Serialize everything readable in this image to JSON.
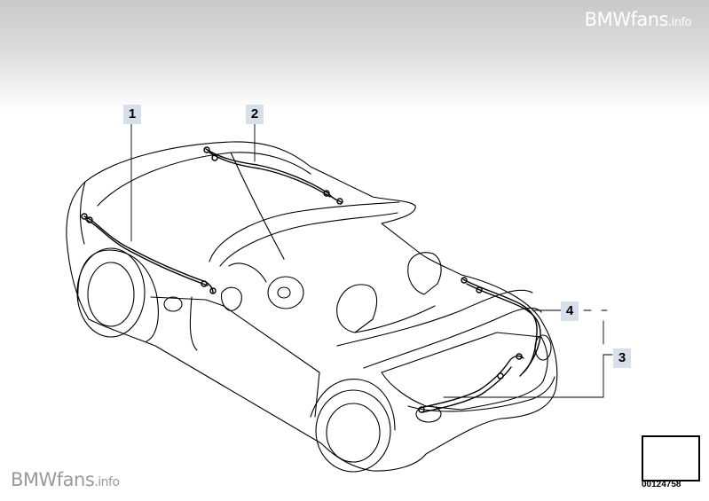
{
  "watermark": {
    "site": "BMWfans",
    "suffix": ".info"
  },
  "callouts": [
    {
      "number": "1"
    },
    {
      "number": "2"
    },
    {
      "number": "3"
    },
    {
      "number": "4"
    }
  ],
  "reference": {
    "number": "00124758",
    "icon": "parts-catalog-arrow-icon"
  }
}
